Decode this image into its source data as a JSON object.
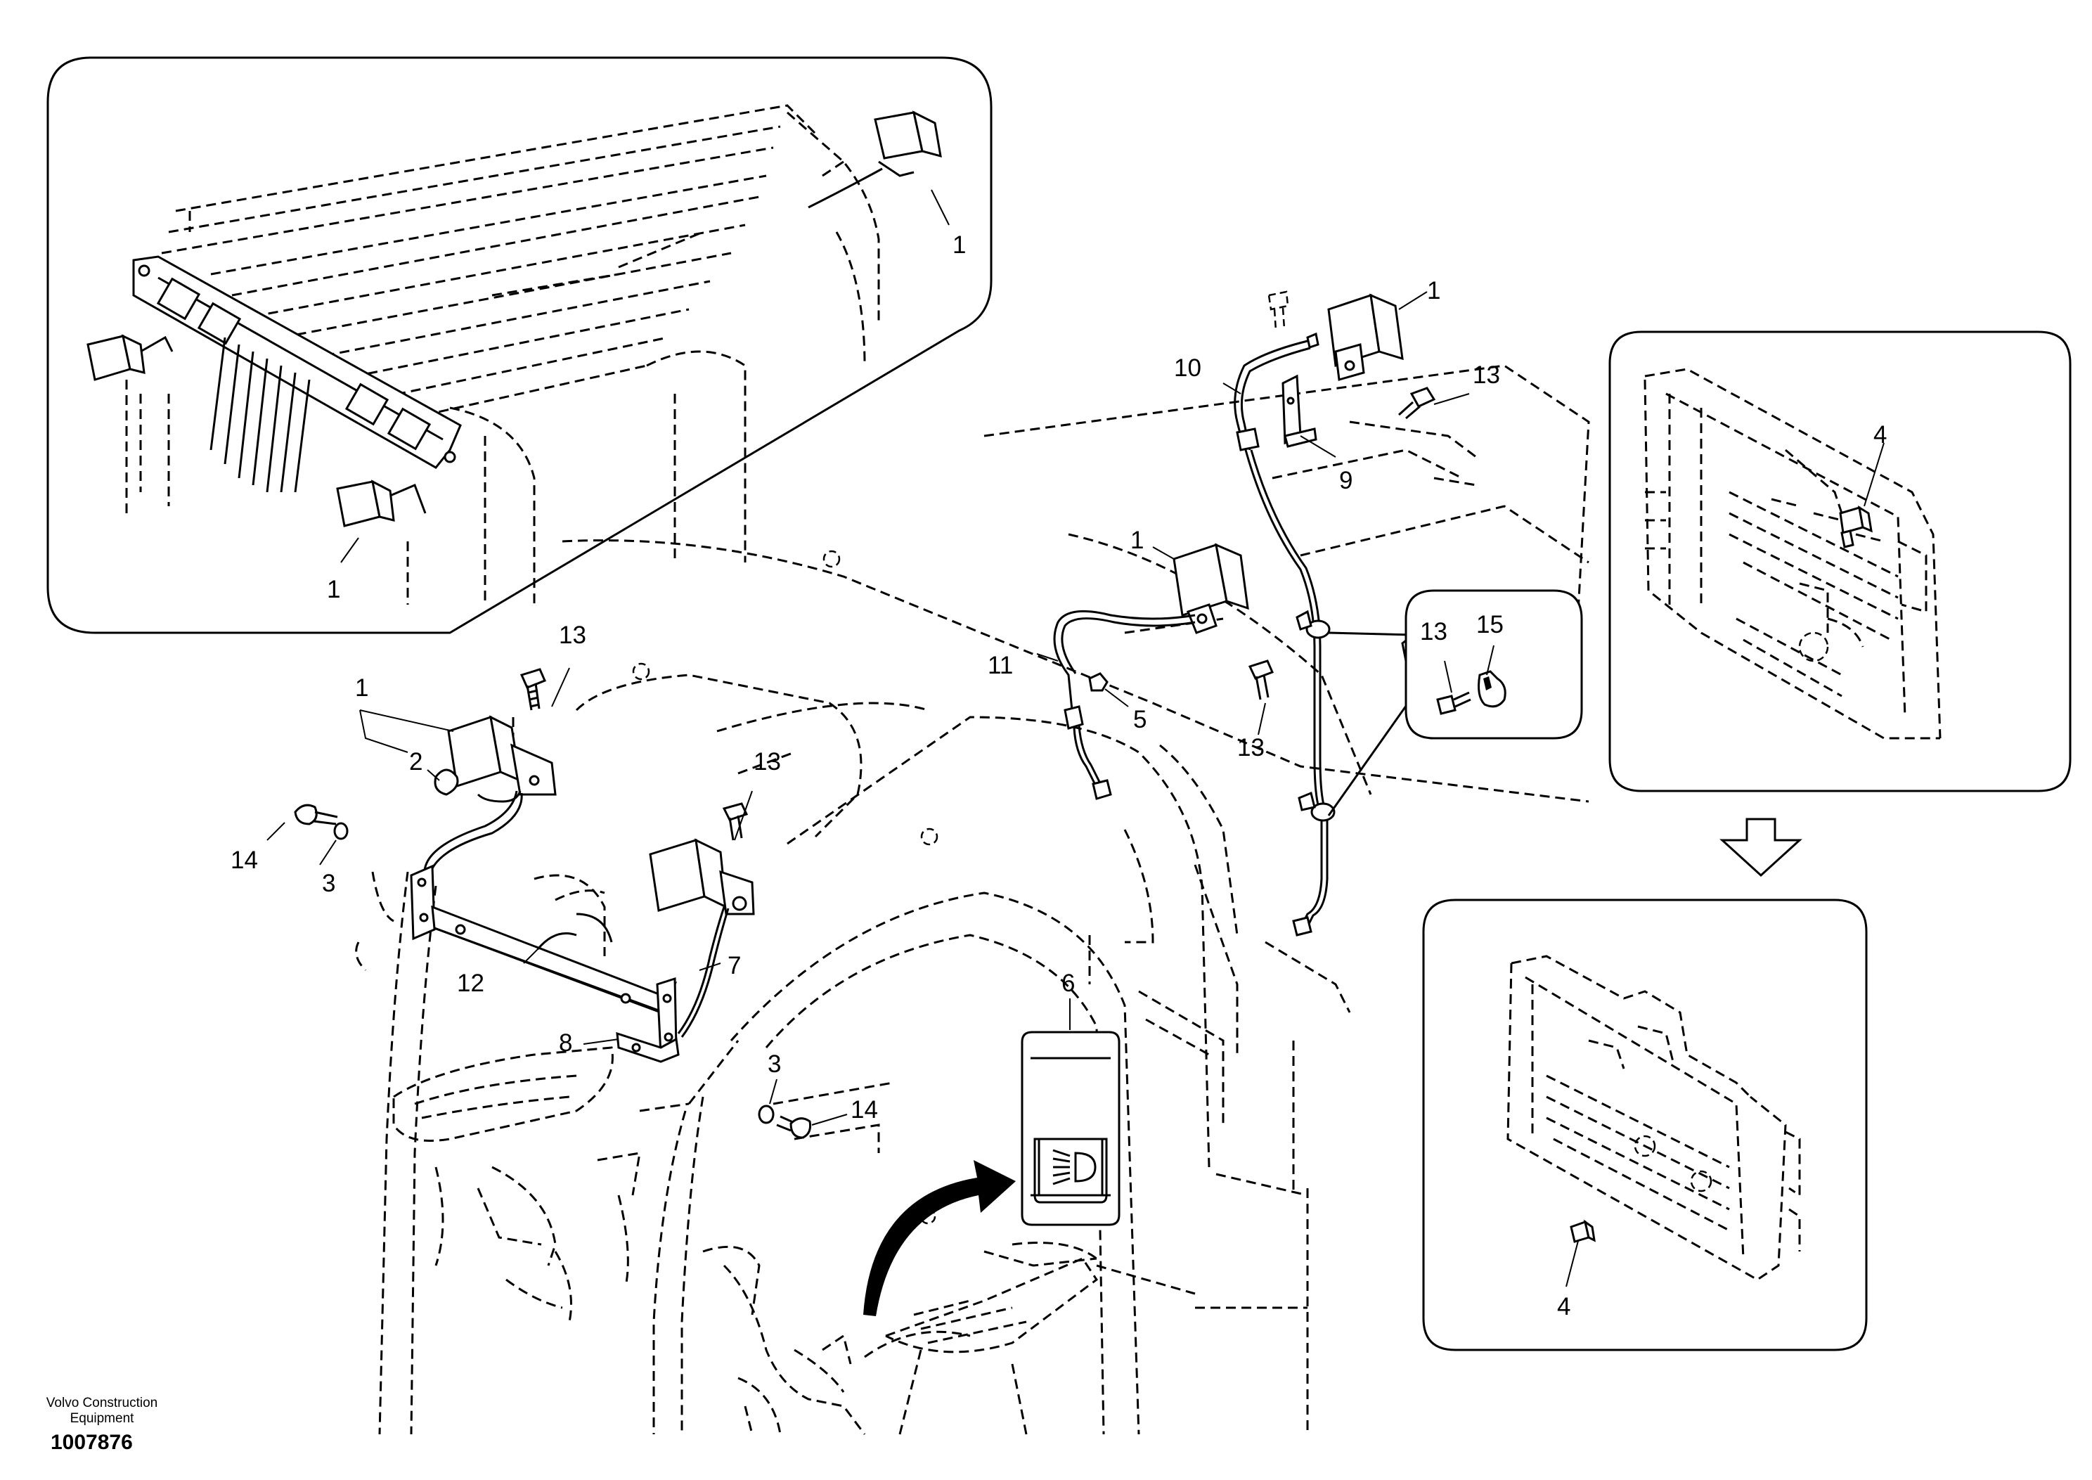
{
  "brand": {
    "line1": "Volvo Construction",
    "line2": "Equipment"
  },
  "drawing_number": "1007876",
  "callouts": {
    "c1_inset_top": "1",
    "c1_inset_bottom": "1",
    "c1_right_lamp": "1",
    "c1_center_lamp": "1",
    "c1_left_lamp": "1",
    "c2": "2",
    "c3_left": "3",
    "c3_right": "3",
    "c4_top_inset": "4",
    "c4_bottom_inset": "4",
    "c5": "5",
    "c6": "6",
    "c7": "7",
    "c8": "8",
    "c9": "9",
    "c10": "10",
    "c11": "11",
    "c12": "12",
    "c13_top_right": "13",
    "c13_center": "13",
    "c13_detail": "13",
    "c13_left": "13",
    "c13_middle": "13",
    "c14_left": "14",
    "c14_right": "14",
    "c15": "15"
  },
  "colors": {
    "ink": "#000000",
    "paper": "#ffffff"
  }
}
